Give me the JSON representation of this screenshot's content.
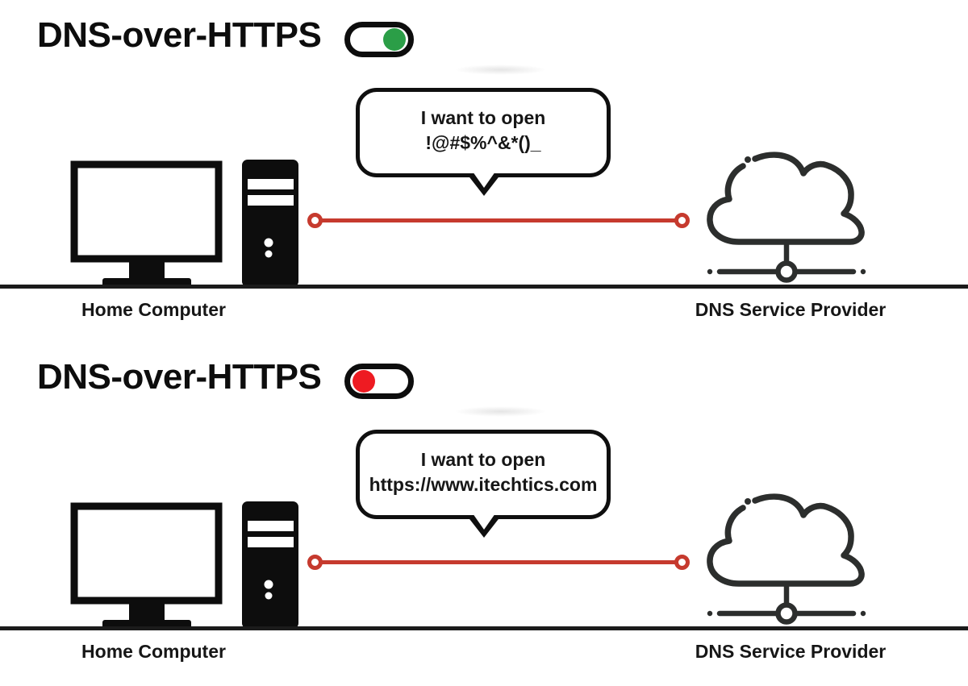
{
  "colors": {
    "ink": "#0d0d0d",
    "connection_red": "#c63a2e",
    "toggle_on_green": "#2b9e47",
    "toggle_off_red": "#ee1b22",
    "cloud_stroke": "#2c2e2d"
  },
  "icons": {
    "left_device": "desktop-computer-icon",
    "right_device": "cloud-network-icon",
    "switch": "toggle-switch",
    "speech": "speech-bubble"
  },
  "sections": [
    {
      "title": "DNS-over-HTTPS",
      "toggle_state": "on",
      "bubble": {
        "line1": "I want to open",
        "line2": "!@#$%^&*()_"
      },
      "left_label": "Home Computer",
      "right_label": "DNS Service Provider"
    },
    {
      "title": "DNS-over-HTTPS",
      "toggle_state": "off",
      "bubble": {
        "line1": "I want to open",
        "line2": "https://www.itechtics.com"
      },
      "left_label": "Home Computer",
      "right_label": "DNS Service Provider"
    }
  ]
}
